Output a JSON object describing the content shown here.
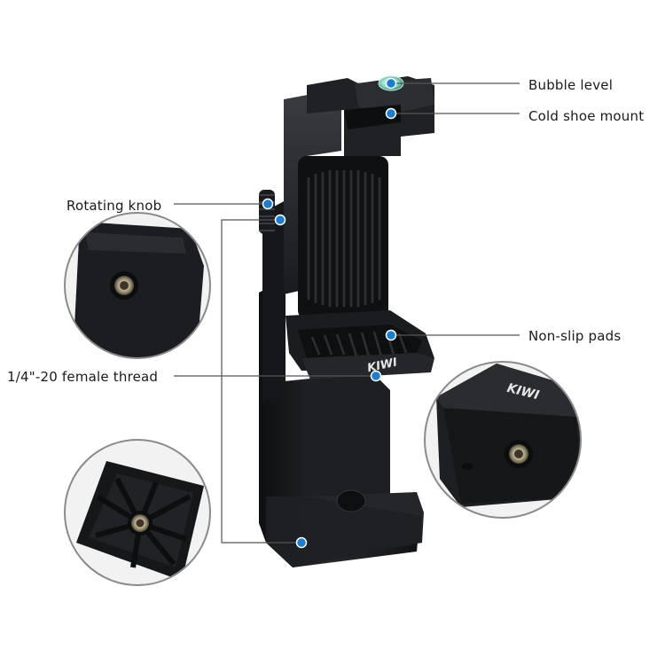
{
  "callouts": {
    "bubble_level": "Bubble level",
    "cold_shoe_mount": "Cold shoe mount",
    "rotating_knob": "Rotating knob",
    "non_slip_pads": "Non-slip pads",
    "female_thread": "1/4\"-20 female thread"
  },
  "brand": {
    "logo_text": "KIWI"
  },
  "colors": {
    "marker_dot": "#1a7fd4",
    "leader_line": "#555555",
    "body_dark": "#1b1d20",
    "zoom_circle_border": "#8a8a8a"
  }
}
